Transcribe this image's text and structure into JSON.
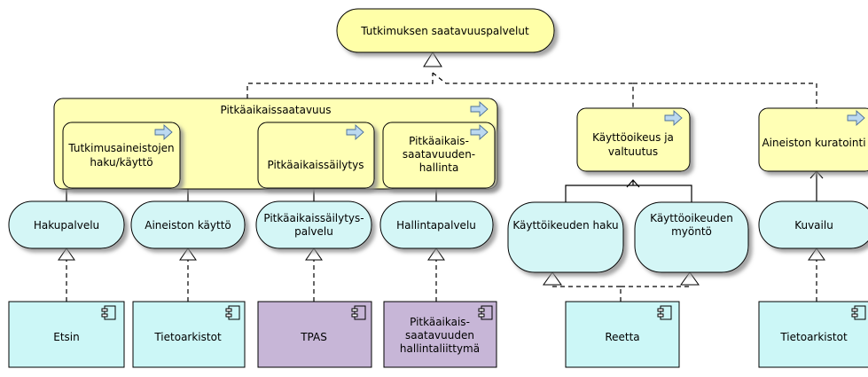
{
  "diagram": {
    "root": {
      "label": "Tutkimuksen saatavuuspalvelut"
    },
    "group": {
      "label": "Pitkäaikaissaatavuus"
    },
    "functions": {
      "search_use": {
        "lines": [
          "Tutkimusaineistojen",
          "haku/käyttö"
        ]
      },
      "preservation": {
        "lines": [
          "Pitkäaikaissäilytys"
        ]
      },
      "management": {
        "lines": [
          "Pitkäaikais-",
          "saatavuuden-",
          "hallinta"
        ]
      },
      "access_rights": {
        "lines": [
          "Käyttöoikeus ja",
          "valtuutus"
        ]
      },
      "curation": {
        "lines": [
          "Aineiston kuratointi"
        ]
      }
    },
    "services": {
      "hakupalvelu": {
        "lines": [
          "Hakupalvelu"
        ]
      },
      "aineiston_kaytto": {
        "lines": [
          "Aineiston käyttö"
        ]
      },
      "sailytyspalvelu": {
        "lines": [
          "Pitkäaikaissäilytys-",
          "palvelu"
        ]
      },
      "hallintapalvelu": {
        "lines": [
          "Hallintapalvelu"
        ]
      },
      "kayttooikeuden_haku": {
        "lines": [
          "Käyttöikeuden haku"
        ]
      },
      "kayttooikeuden_myonto": {
        "lines": [
          "Käyttöoikeuden",
          "myöntö"
        ]
      },
      "kuvailu": {
        "lines": [
          "Kuvailu"
        ]
      }
    },
    "components": {
      "etsin": {
        "lines": [
          "Etsin"
        ]
      },
      "tietoarkistot1": {
        "lines": [
          "Tietoarkistot"
        ]
      },
      "tpas": {
        "lines": [
          "TPAS"
        ]
      },
      "hallintaliittyma": {
        "lines": [
          "Pitkäaikais-",
          "saatavuuden",
          "hallintaliittymä"
        ]
      },
      "reetta": {
        "lines": [
          "Reetta"
        ]
      },
      "tietoarkistot2": {
        "lines": [
          "Tietoarkistot"
        ]
      }
    }
  },
  "colors": {
    "function_fill": "#ffffb5",
    "service_fill": "#d4f6f6",
    "component_fill": "#ccf7f7",
    "component_alt_fill": "#c7b6d7",
    "shadow": "#a0a0a0"
  },
  "icons": {
    "function": "arrow-right-icon",
    "component": "component-icon"
  }
}
